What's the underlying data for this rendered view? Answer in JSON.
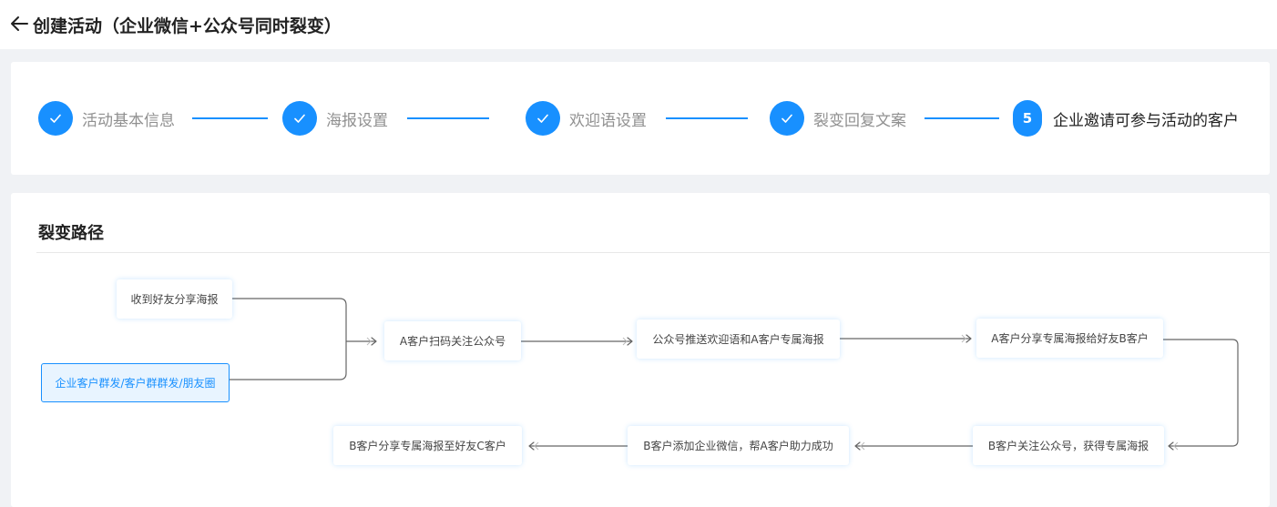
{
  "header": {
    "title": "创建活动（企业微信+公众号同时裂变）"
  },
  "steps": [
    {
      "label": "活动基本信息",
      "status": "done"
    },
    {
      "label": "海报设置",
      "status": "done"
    },
    {
      "label": "欢迎语设置",
      "status": "done"
    },
    {
      "label": "裂变回复文案",
      "status": "done"
    },
    {
      "label": "企业邀请可参与活动的客户",
      "status": "active",
      "number": "5"
    }
  ],
  "path": {
    "title": "裂变路径",
    "nodes": {
      "receive": "收到好友分享海报",
      "source": "企业客户群发/客户群群发/朋友圈",
      "scan": "A客户扫码关注公众号",
      "push": "公众号推送欢迎语和A客户专属海报",
      "share_b": "A客户分享专属海报给好友B客户",
      "follow_b": "B客户关注公众号，获得专属海报",
      "add_b": "B客户添加企业微信，帮A客户助力成功",
      "share_c": "B客户分享专属海报至好友C客户"
    }
  },
  "colors": {
    "accent": "#1890ff",
    "connector": "#666666"
  }
}
